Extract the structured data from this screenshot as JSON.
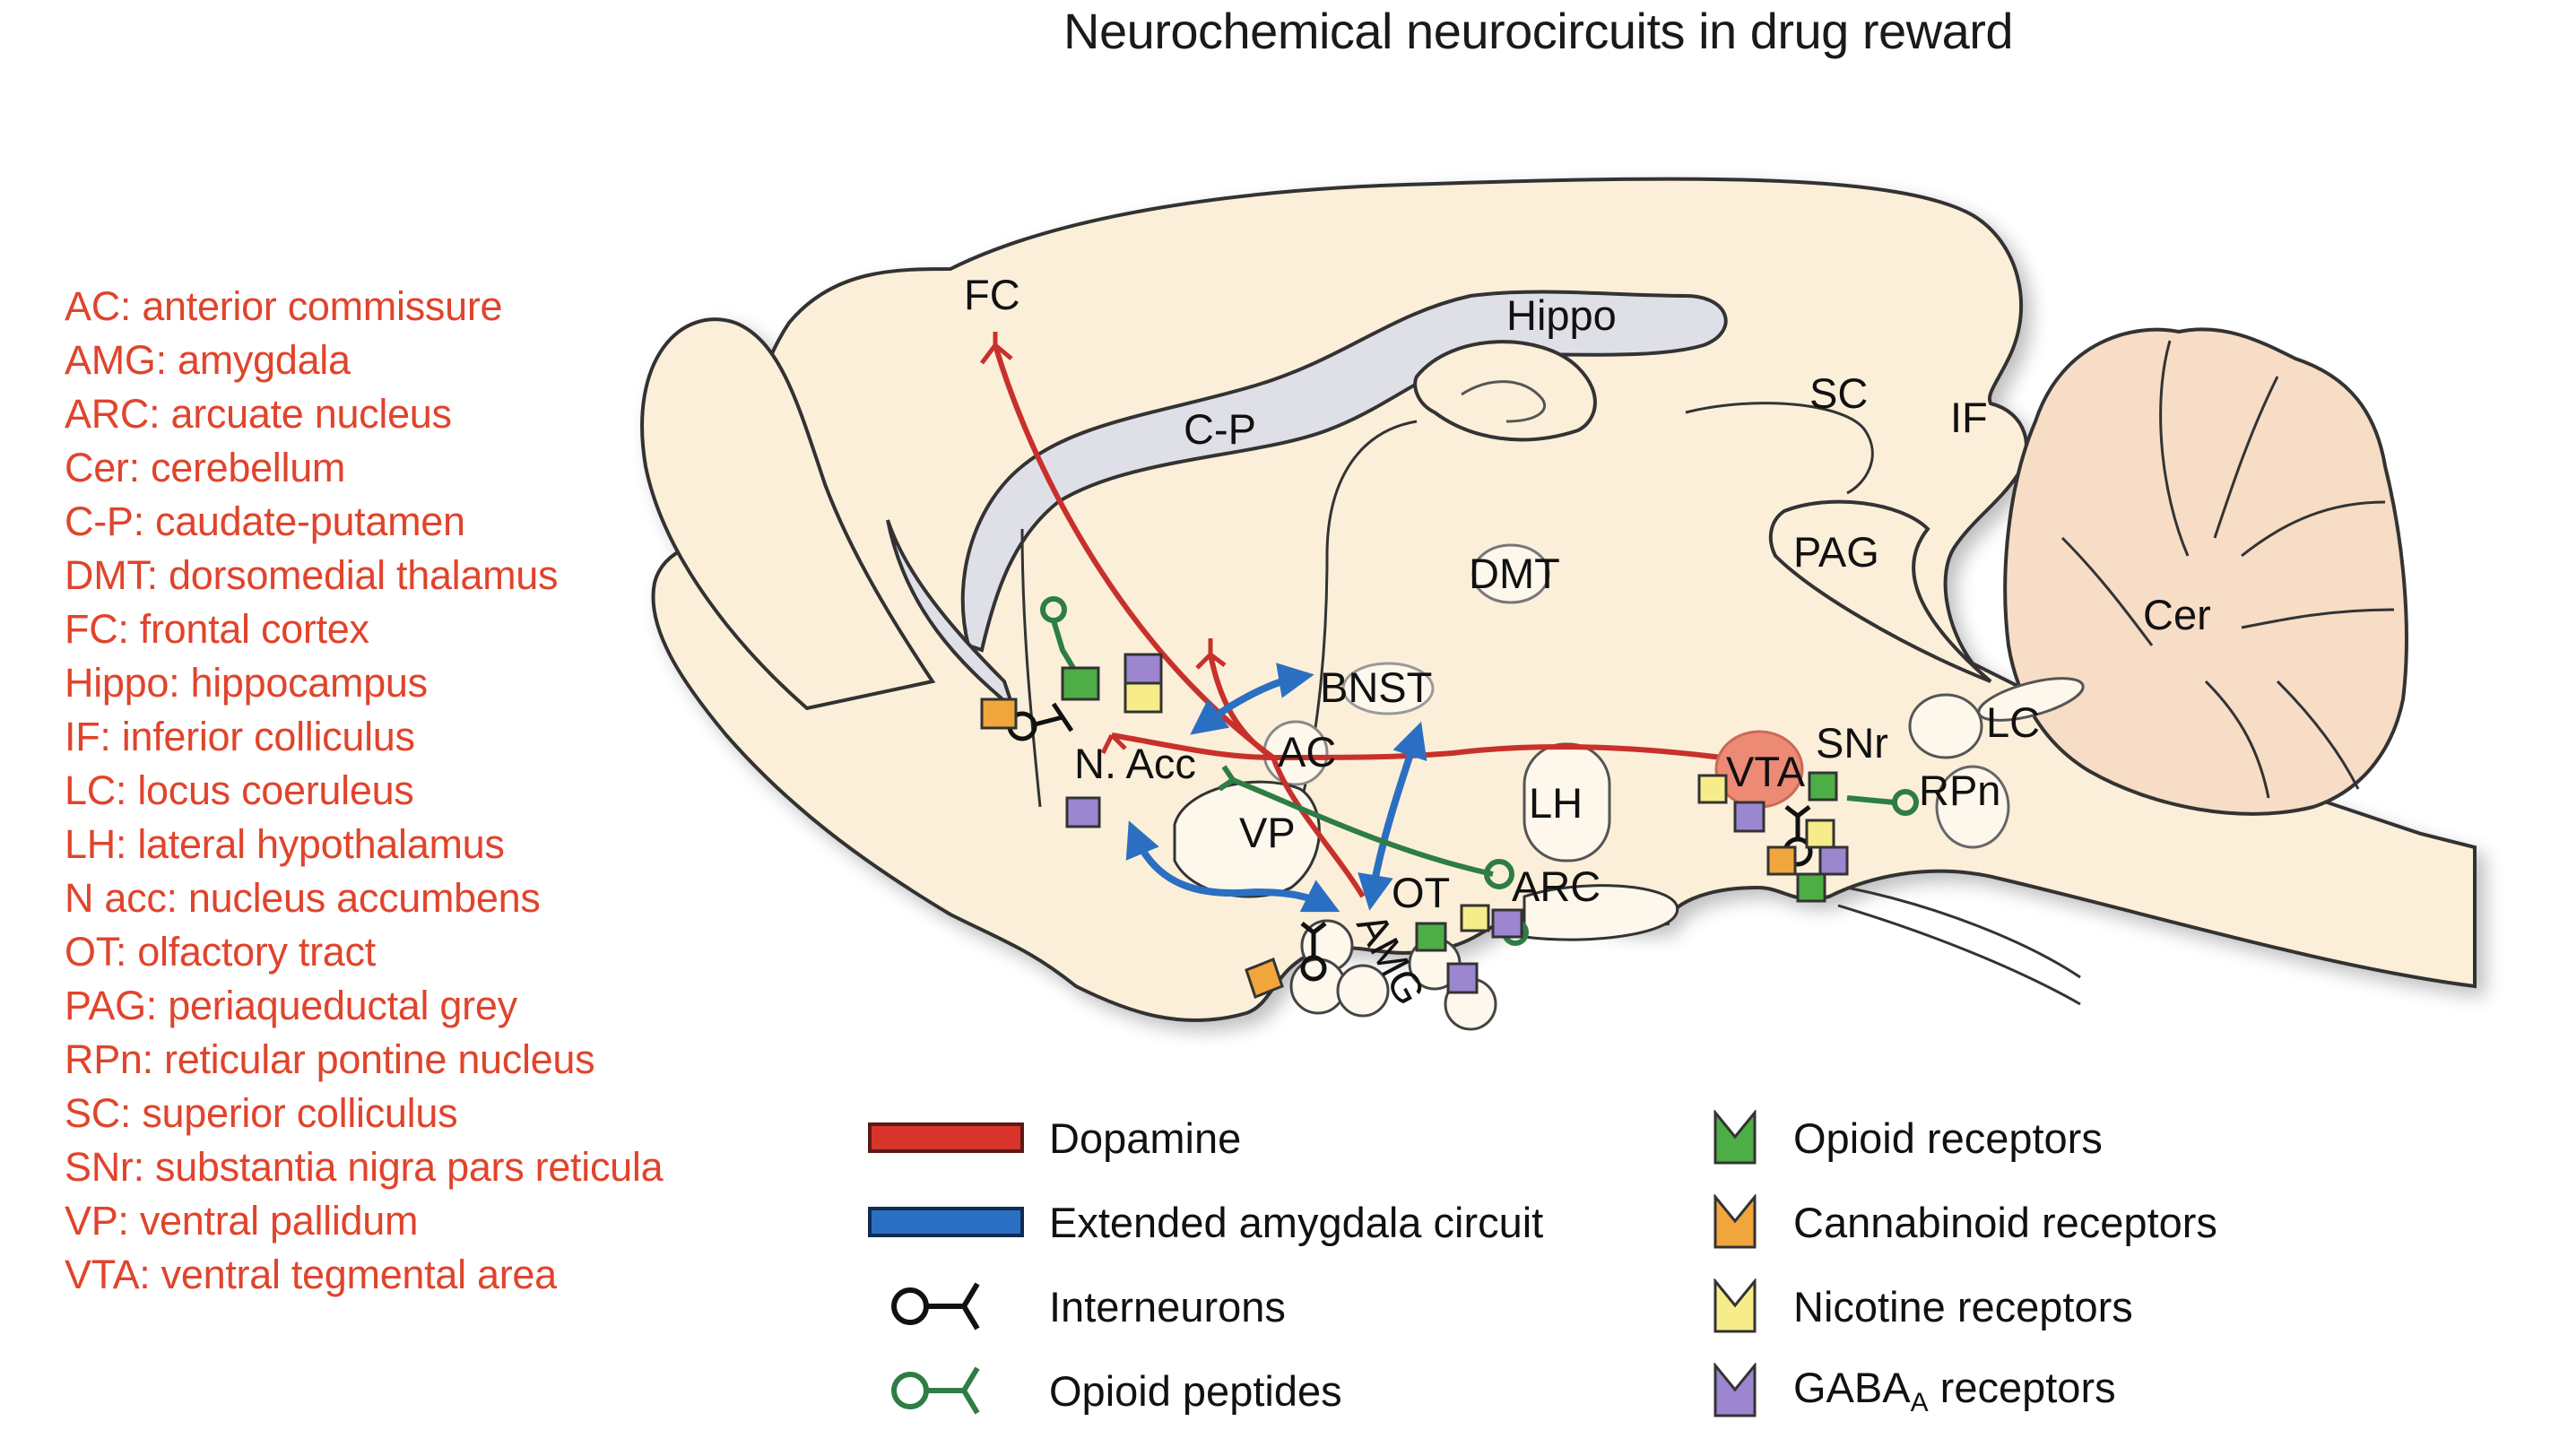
{
  "title": "Neurochemical neurocircuits in drug reward",
  "abbreviations": [
    "AC: anterior commissure",
    "AMG: amygdala",
    "ARC: arcuate nucleus",
    "Cer: cerebellum",
    "C-P: caudate-putamen",
    "DMT: dorsomedial thalamus",
    "FC: frontal cortex",
    "Hippo: hippocampus",
    "IF: inferior colliculus",
    "LC: locus coeruleus",
    "LH: lateral hypothalamus",
    "N acc: nucleus accumbens",
    "OT: olfactory tract",
    "PAG: periaqueductal grey",
    "RPn: reticular pontine nucleus",
    "SC: superior colliculus",
    "SNr: substantia nigra pars reticula",
    "VP: ventral pallidum",
    "VTA: ventral tegmental area"
  ],
  "regions": {
    "fc": "FC",
    "hippo": "Hippo",
    "cp": "C-P",
    "sc": "SC",
    "if": "IF",
    "dmt": "DMT",
    "pag": "PAG",
    "cer": "Cer",
    "bnst": "BNST",
    "nacc": "N. Acc",
    "ac": "AC",
    "vp": "VP",
    "lh": "LH",
    "vta": "VTA",
    "snr": "SNr",
    "lc": "LC",
    "rpn": "RPn",
    "ot": "OT",
    "arc": "ARC",
    "amg": "AMG"
  },
  "legend": {
    "pathways": [
      {
        "label": "Dopamine",
        "icon": "red-line",
        "color": "#d9342b"
      },
      {
        "label": "Extended amygdala circuit",
        "icon": "blue-line",
        "color": "#2b6fc2"
      },
      {
        "label": "Interneurons",
        "icon": "black-neuron",
        "color": "#111111"
      },
      {
        "label": "Opioid peptides",
        "icon": "green-neuron",
        "color": "#2e7d45"
      }
    ],
    "receptors": [
      {
        "label": "Opioid receptors",
        "icon": "green-receptor",
        "color": "#4cae45"
      },
      {
        "label": "Cannabinoid receptors",
        "icon": "orange-receptor",
        "color": "#f0a63c"
      },
      {
        "label": "Nicotine receptors",
        "icon": "yellow-receptor",
        "color": "#f6ec8a"
      },
      {
        "label_main": "GABA",
        "label_sub": "A",
        "label_rest": " receptors",
        "icon": "purple-receptor",
        "color": "#9b86cf"
      }
    ]
  },
  "colors": {
    "brain_fill": "#fbefd9",
    "cerebellum_fill": "#f7dcc6",
    "ventricle_fill": "#d9dbe4",
    "vta_fill": "#ec8a75",
    "abbreviation_text": "#e0442c"
  }
}
